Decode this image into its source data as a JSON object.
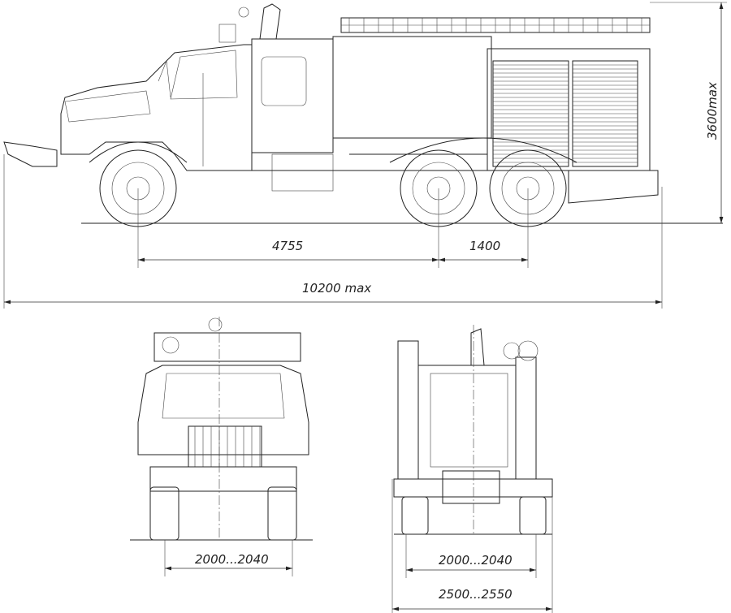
{
  "title": "Fire truck general arrangement drawing",
  "dimensions": {
    "wheelbase_front": "4755",
    "wheelbase_rear": "1400",
    "overall_length": "10200 max",
    "overall_height": "3600max",
    "front_track": "2000...2040",
    "rear_track": "2000...2040",
    "overall_width": "2500...2550"
  },
  "colors": {
    "line": "#222222",
    "background": "#ffffff"
  }
}
